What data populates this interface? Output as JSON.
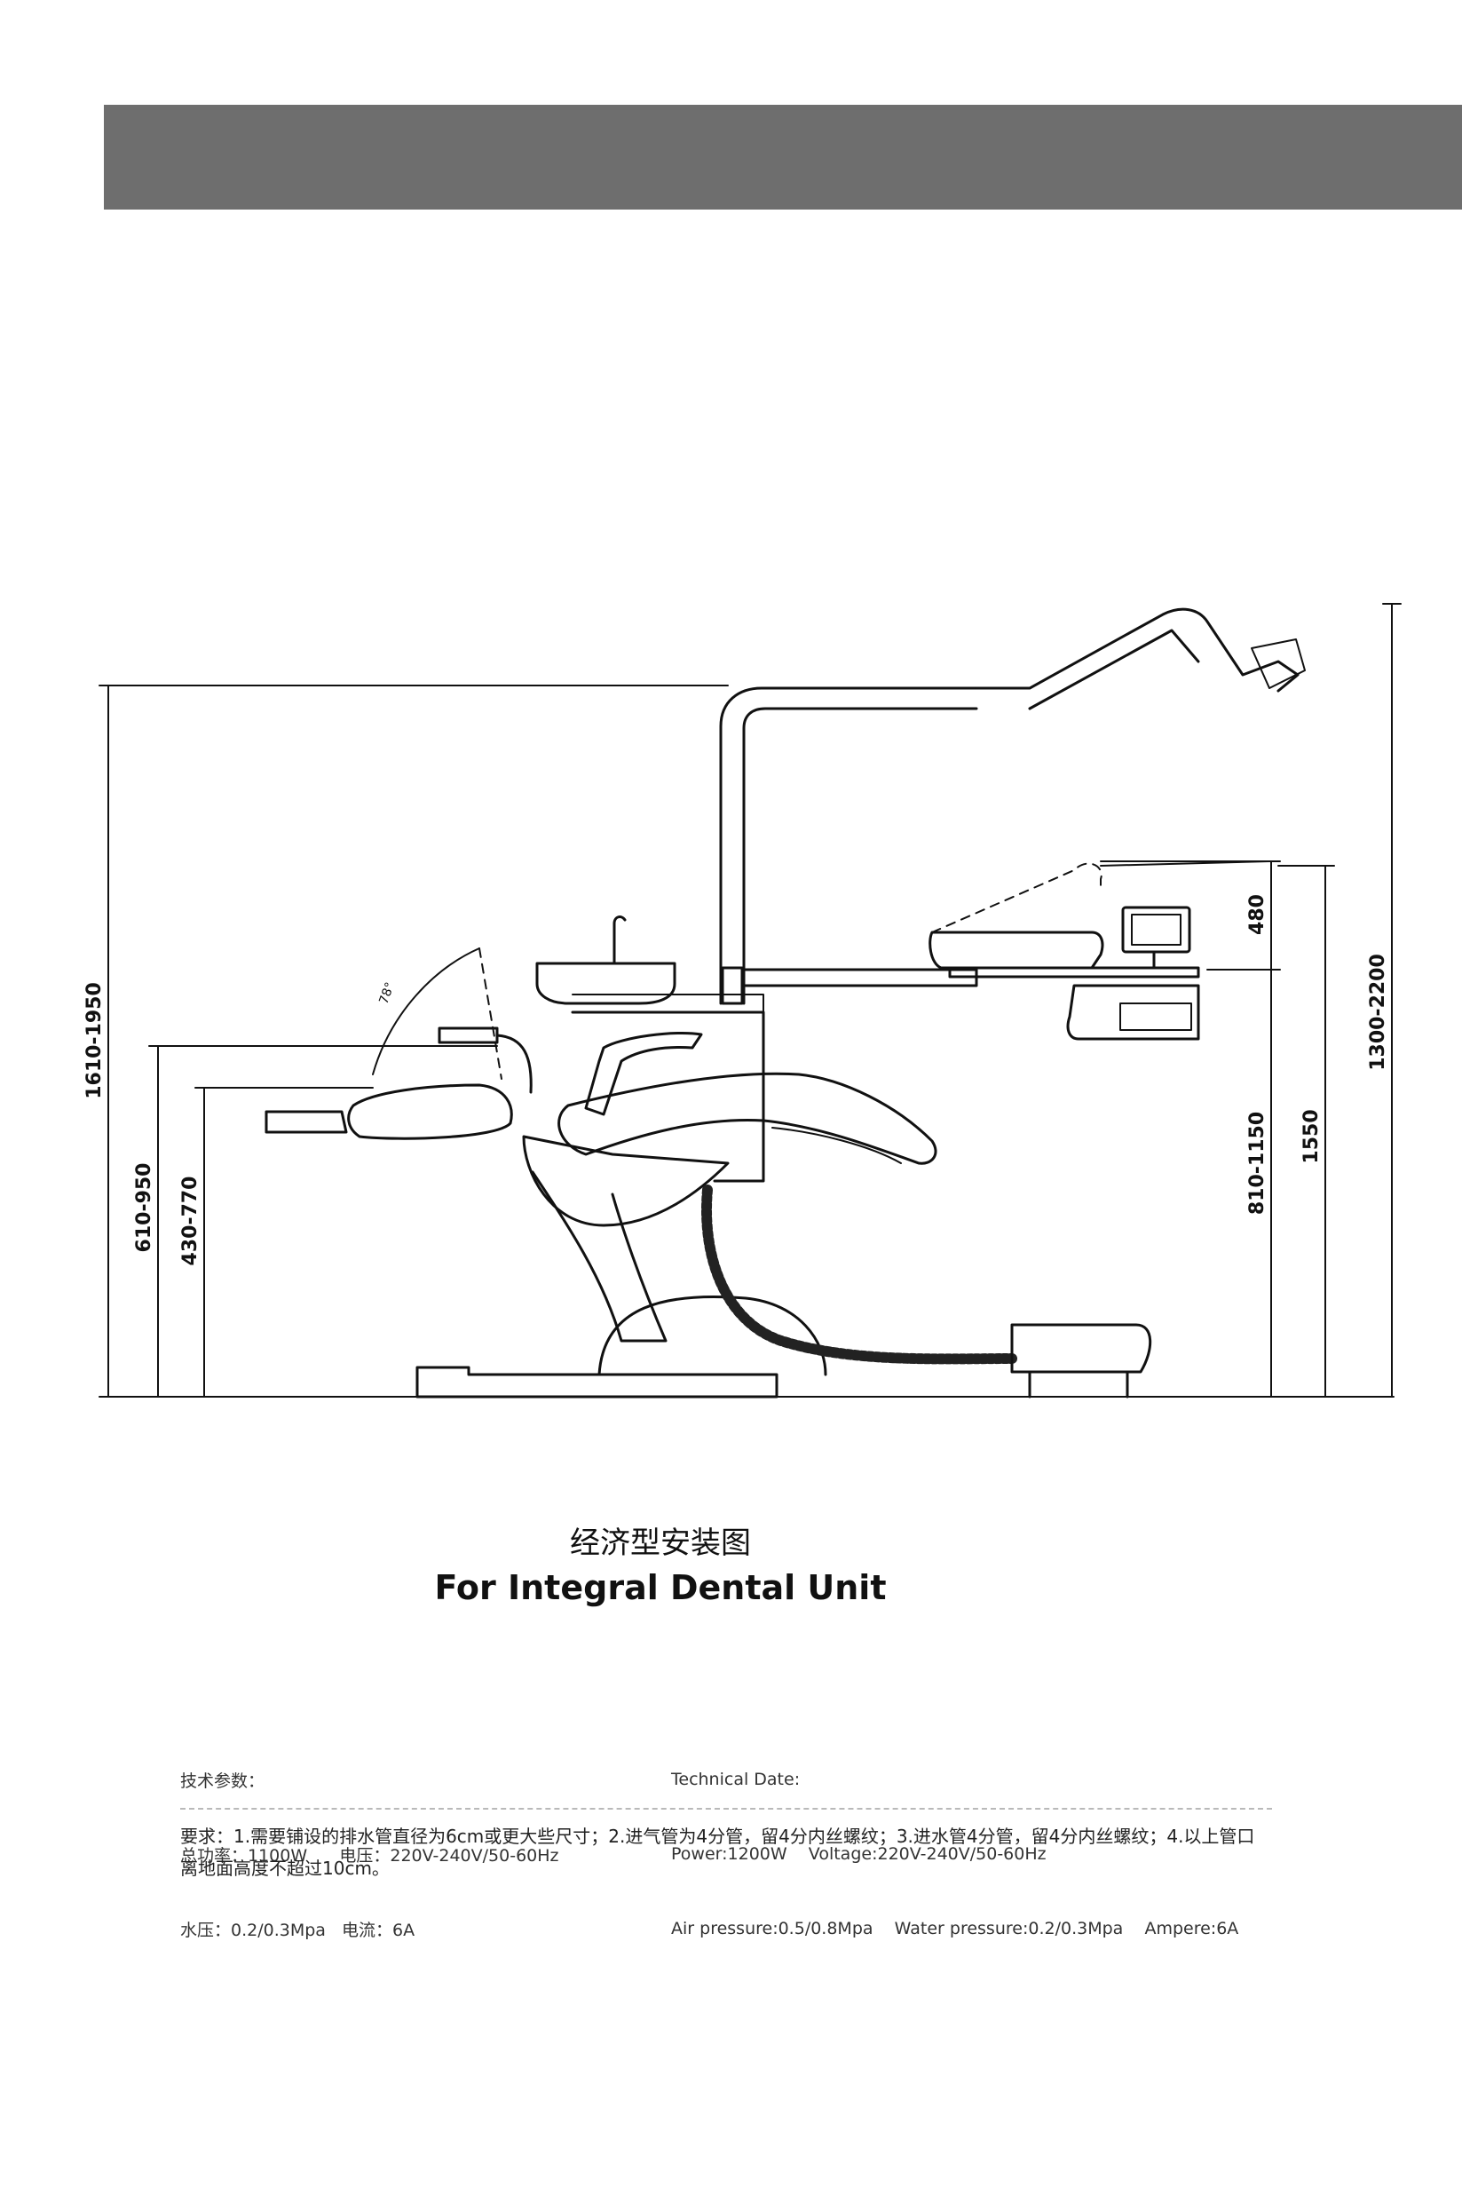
{
  "header": {
    "color": "#6e6e6e"
  },
  "dimensions": {
    "total_height": "1610-1950",
    "seat_height": "610-950",
    "chair_height": "430-770",
    "tray_height": "810-1150",
    "tray_range": "480",
    "monitor_height": "1550",
    "lamp_height": "1300-2200",
    "angle": "78°"
  },
  "title": {
    "cn": "经济型安装图",
    "en": "For Integral Dental Unit"
  },
  "specs_cn": {
    "heading": "技术参数：",
    "line1": "总功率：1100W      电压：220V-240V/50-60Hz",
    "line2": "水压：0.2/0.3Mpa   电流：6A"
  },
  "specs_en": {
    "heading": "Technical Date:",
    "line1": "Power:1200W    Voltage:220V-240V/50-60Hz",
    "line2": "Air pressure:0.5/0.8Mpa    Water pressure:0.2/0.3Mpa    Ampere:6A"
  },
  "requirements": {
    "text": "要求：1.需要铺设的排水管直径为6cm或更大些尺寸；2.进气管为4分管，留4分内丝螺纹；3.进水管4分管，留4分内丝螺纹；4.以上管口离地面高度不超过10cm。"
  }
}
